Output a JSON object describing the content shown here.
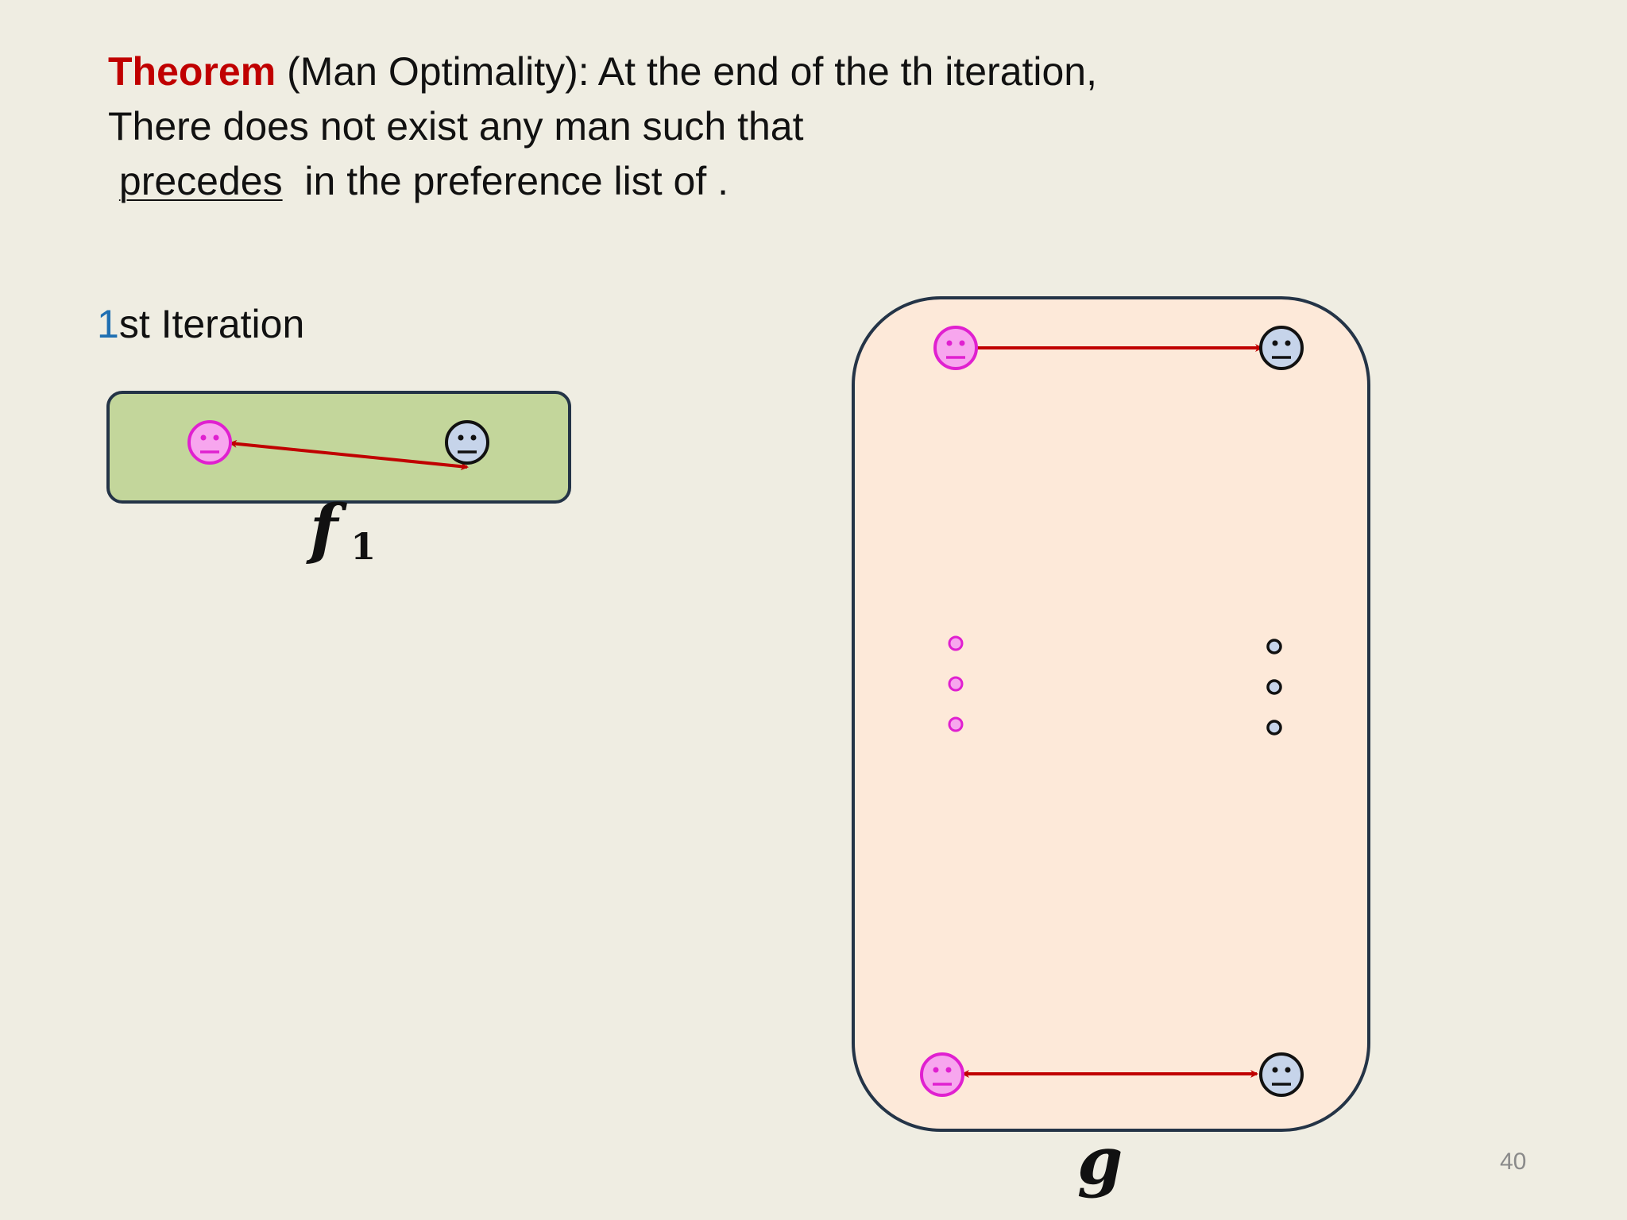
{
  "theorem": {
    "keyword": "Theorem",
    "line1_rest": " (Man Optimality): At the end of the th iteration,",
    "line2": "There does not exist any man such that",
    "line3_lead": " ",
    "line3_underlined": "precedes",
    "line3_rest": "  in the preference list of ."
  },
  "iteration": {
    "number": "1",
    "suffix": "st Iteration"
  },
  "labels": {
    "f_letter": "f",
    "f_subscript": "1",
    "g_letter": "g"
  },
  "page_number": "40",
  "colors": {
    "background": "#efede2",
    "keyword_red": "#c00000",
    "iteration_blue": "#1f6fb2",
    "f1_box_fill": "#c3d69b",
    "g_box_fill": "#fde9d9",
    "box_border": "#243447",
    "woman_face": "#f7a6ee",
    "woman_outline": "#e020d0",
    "man_face": "#c6d4ea",
    "man_outline": "#111111",
    "arrow_red": "#c00000"
  }
}
